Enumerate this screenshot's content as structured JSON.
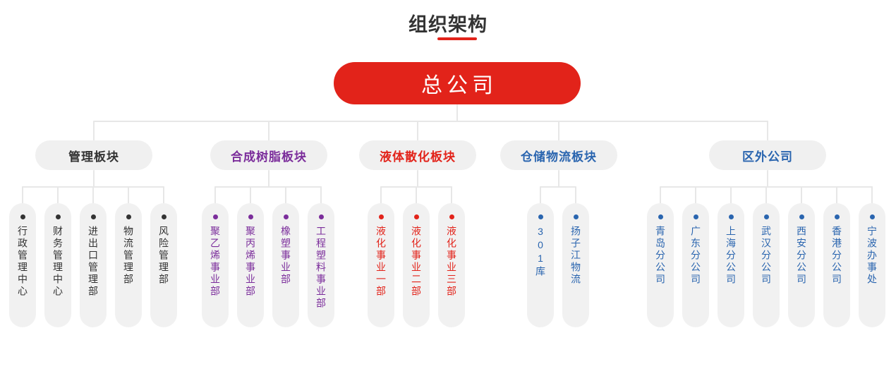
{
  "page": {
    "title": "组织架构",
    "title_color": "#333333",
    "accent_color": "#e2231a",
    "connector_color": "#e7e7e7",
    "node_bg_color": "#f0f0f0"
  },
  "root": {
    "label": "总公司",
    "bg": "#e2231a",
    "text_color": "#ffffff"
  },
  "sections": [
    {
      "label": "管理板块",
      "color": "#333333",
      "children": [
        "行政管理中心",
        "财务管理中心",
        "进出口管理部",
        "物流管理部",
        "风险管理部"
      ]
    },
    {
      "label": "合成树脂板块",
      "color": "#7b2d9b",
      "children": [
        "聚乙烯事业部",
        "聚丙烯事业部",
        "橡塑事业部",
        "工程塑料事业部"
      ]
    },
    {
      "label": "液体散化板块",
      "color": "#e2231a",
      "children": [
        "液化事业一部",
        "液化事业二部",
        "液化事业三部"
      ]
    },
    {
      "label": "仓储物流板块",
      "color": "#2a65af",
      "children": [
        "301库",
        "扬子江物流"
      ]
    },
    {
      "label": "区外公司",
      "color": "#2a65af",
      "children": [
        "青岛分公司",
        "广东分公司",
        "上海分公司",
        "武汉分公司",
        "西安分公司",
        "香港分公司",
        "宁波办事处"
      ]
    }
  ]
}
